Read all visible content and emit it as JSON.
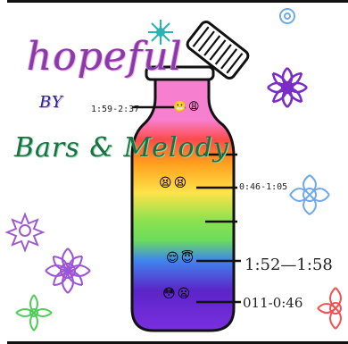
{
  "artwork": {
    "title": "hopeful",
    "by": "BY",
    "artist": "Bars & Melody"
  },
  "bottle_sections": [
    {
      "time": "1:59-2:37",
      "emojis": [
        "😬",
        "😩"
      ],
      "color": "#f77fd0",
      "level": 0.0
    },
    {
      "time": "0:46-1:05",
      "emojis": [
        "😫",
        "😫"
      ],
      "color": "#ffd21f",
      "level": 0.35
    },
    {
      "time": "1:52—1:58",
      "emojis": [
        "😌",
        "😇"
      ],
      "color": "#4a9df0",
      "level": 0.62
    },
    {
      "time": "011-0:46",
      "emojis": [
        "😳",
        "😦"
      ],
      "color": "#5a27c9",
      "level": 0.82
    }
  ],
  "colors": {
    "pink": "#f77fd0",
    "red": "#ff4a4a",
    "orange": "#ff9d1c",
    "yellow": "#ffe34a",
    "green": "#6bdc5c",
    "blue": "#3f86ee",
    "purple": "#5b25c8",
    "outline": "#111111"
  }
}
